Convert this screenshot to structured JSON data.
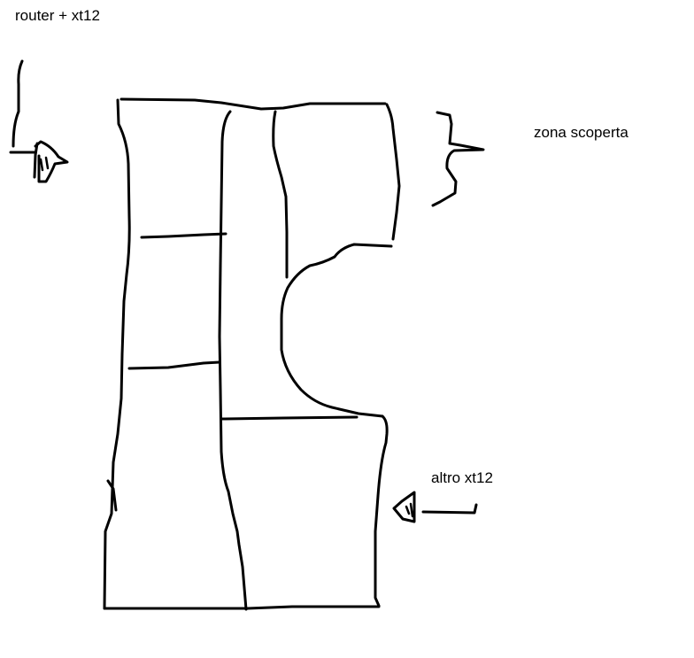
{
  "labels": {
    "router": "router + xt12",
    "zona": "zona scoperta",
    "altro": "altro xt12"
  },
  "colors": {
    "background": "#ffffff",
    "stroke": "#000000"
  },
  "icons": {
    "router_device": "speaker-like-device-icon",
    "altro_device": "speaker-like-device-icon"
  }
}
